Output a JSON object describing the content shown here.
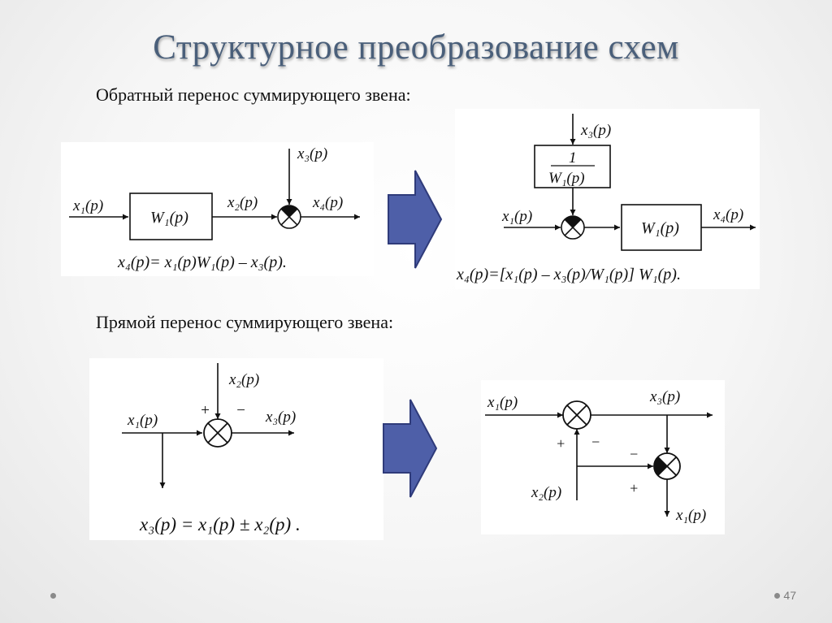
{
  "slide": {
    "title": "Структурное преобразование схем",
    "heading1": "Обратный перенос суммирующего звена:",
    "heading2": "Прямой перенос суммирующего звена:",
    "page_number": "47"
  },
  "diagram1": {
    "x1": "x₁(p)",
    "x2": "x₂(p)",
    "x3": "x₃(p)",
    "x4": "x₄(p)",
    "block": "W₁(p)",
    "equation": "x₄(p)= x₁(p)W₁(p) – x₃(p)."
  },
  "diagram2": {
    "x3": "x₃(p)",
    "x1": "x₁(p)",
    "x4": "x₄(p)",
    "block_num": "1",
    "block_den": "W₁(p)",
    "block": "W₁(p)",
    "equation": "x₄(p)=[x₁(p) – x₃(p)/W₁(p)] W₁(p)."
  },
  "diagram3": {
    "x1": "x₁(p)",
    "x2": "x₂(p)",
    "x3": "x₃(p)",
    "plus": "+",
    "minus": "−",
    "equation": "x₃(p) = x₁(p) ± x₂(p) ."
  },
  "diagram4": {
    "x1_in": "x₁(p)",
    "x3": "x₃(p)",
    "x2": "x₂(p)",
    "x1_out": "x₁(p)",
    "plus": "+",
    "minus": "−"
  },
  "colors": {
    "title": "#4a5f7a",
    "big_arrow_fill": "#4e5fa8",
    "big_arrow_stroke": "#2f3b7a"
  }
}
